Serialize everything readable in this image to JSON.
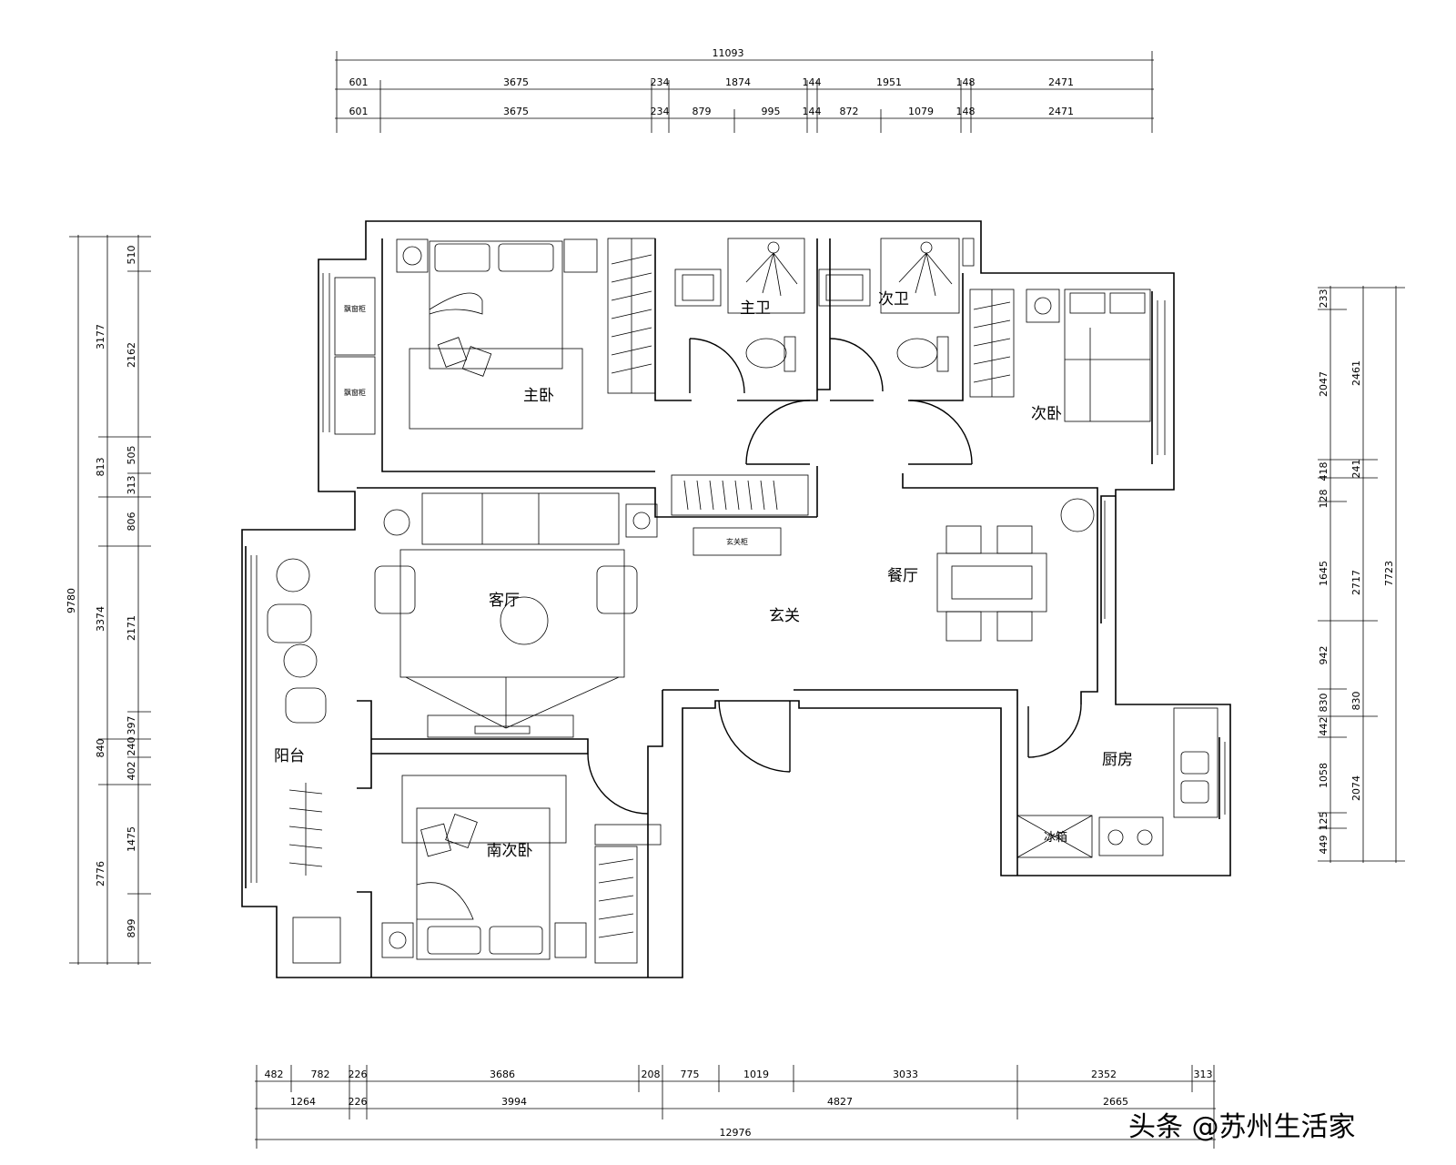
{
  "dims": {
    "top_total": "11093",
    "top_row1": [
      "601",
      "3675",
      "234",
      "1874",
      "144",
      "1951",
      "148",
      "2471"
    ],
    "top_row2": [
      "601",
      "3675",
      "234",
      "879",
      "995",
      "144",
      "872",
      "1079",
      "148",
      "2471"
    ],
    "bottom_row1": [
      "482",
      "782",
      "226",
      "3686",
      "208",
      "775",
      "1019",
      "3033",
      "2352",
      "313"
    ],
    "bottom_row2": [
      "1264",
      "226",
      "3994",
      "4827",
      "2665"
    ],
    "bottom_total": "12976",
    "left_total": "9780",
    "left_mid": [
      "3177",
      "813",
      "3374",
      "840",
      "2776"
    ],
    "left_inner": [
      "510",
      "2162",
      "505",
      "313",
      "806",
      "2171",
      "397",
      "240",
      "402",
      "1475",
      "899"
    ],
    "right_total": "7723",
    "right_mid": [
      "2461",
      "241",
      "2717",
      "830",
      "2074"
    ],
    "right_inner": [
      "233",
      "2047",
      "128",
      "418",
      "1645",
      "942",
      "830",
      "442",
      "1058",
      "125",
      "449"
    ]
  },
  "rooms": {
    "master_bedroom": "主卧",
    "master_bath": "主卫",
    "second_bath": "次卫",
    "second_bedroom": "次卧",
    "living_room": "客厅",
    "dining_room": "餐厅",
    "foyer": "玄关",
    "balcony": "阳台",
    "kitchen": "厨房",
    "south_bedroom": "南次卧",
    "fridge": "冰箱",
    "shoe_cabinet": "玄关柜",
    "bay_cabinet_1": "飘窗柜",
    "bay_cabinet_2": "飘窗柜"
  },
  "watermark": "头条 @苏州生活家"
}
